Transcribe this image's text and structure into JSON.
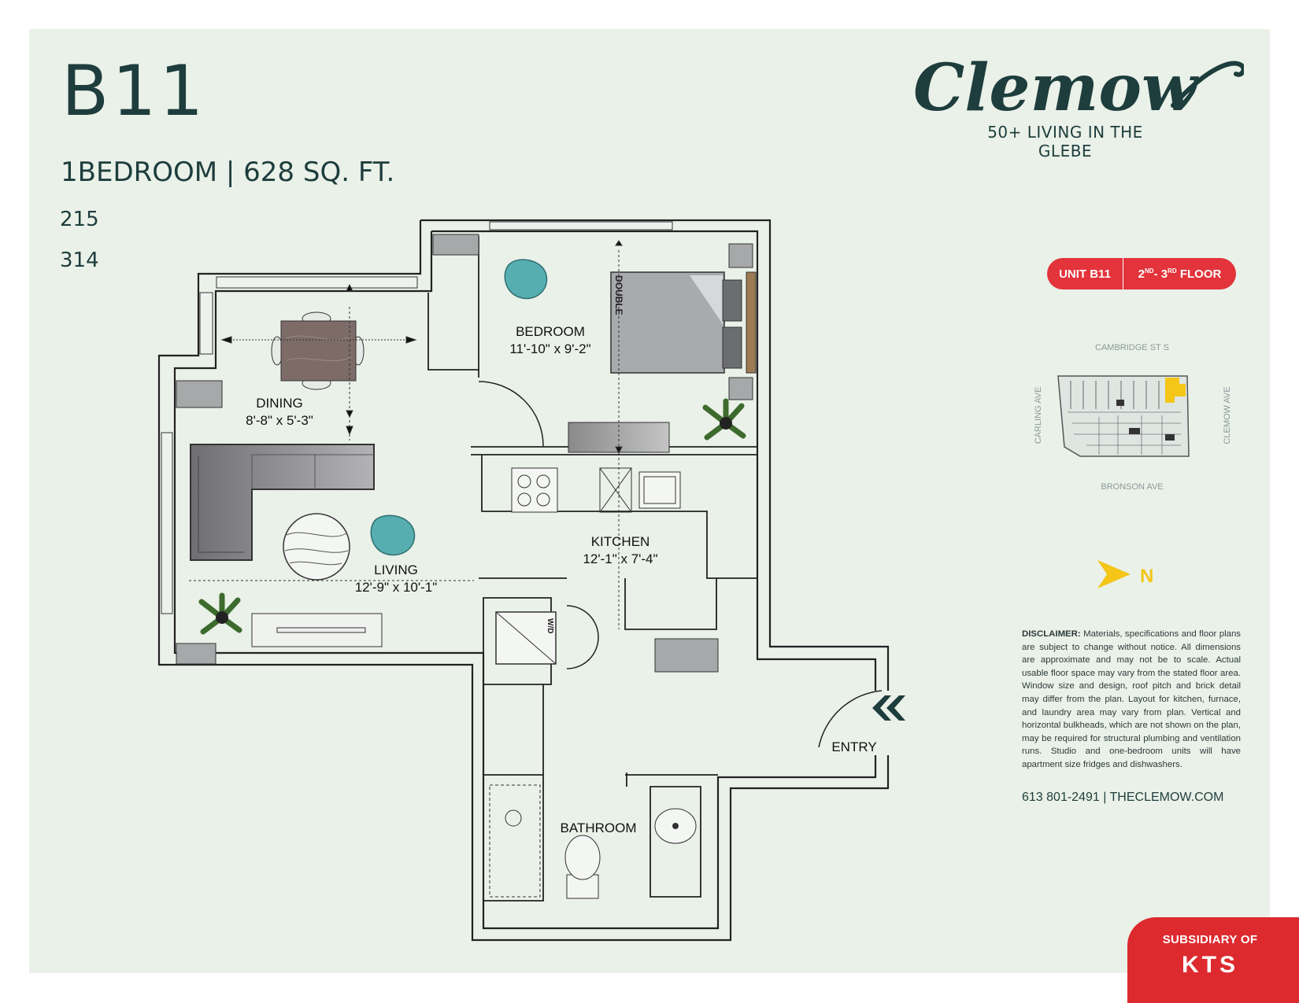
{
  "header": {
    "unit_code": "B11",
    "unit_summary": "1BEDROOM | 628 SQ. FT.",
    "suites": [
      "215",
      "314"
    ]
  },
  "brand": {
    "logo_text": "Clemow",
    "tagline": "50+ LIVING IN THE GLEBE",
    "color": "#1e3d3d"
  },
  "badge": {
    "unit_label": "UNIT B11",
    "floor_prefix_a": "2",
    "floor_sup_a": "ND",
    "floor_dash": "- ",
    "floor_prefix_b": "3",
    "floor_sup_b": "RD",
    "floor_suffix": " FLOOR",
    "color": "#e3333b"
  },
  "keyplan": {
    "street_north": "CAMBRIDGE ST S",
    "street_south": "BRONSON AVE",
    "street_west": "CARLING AVE",
    "street_east": "CLEMOW AVE",
    "highlight_color": "#f5c518",
    "compass_label": "N"
  },
  "rooms": {
    "bedroom": {
      "name": "BEDROOM",
      "size": "11'-10\" x 9'-2\""
    },
    "dining": {
      "name": "DINING",
      "size": "8'-8\" x 5'-3\""
    },
    "kitchen": {
      "name": "KITCHEN",
      "size": "12'-1\" x 7'-4\""
    },
    "living": {
      "name": "LIVING",
      "size": "12'-9\" x 10'-1\""
    },
    "bathroom": {
      "name": "BATHROOM"
    },
    "entry": {
      "name": "ENTRY"
    },
    "bed_label": "DOUBLE",
    "washer_label": "W/D"
  },
  "disclaimer": {
    "label": "DISCLAIMER:",
    "text": " Materials, specifications and floor plans are subject to change without notice. All dimensions are approximate and may not be to scale. Actual usable floor space may vary from the stated floor area. Window size and design, roof pitch and brick detail may differ from the plan. Layout for kitchen, furnace, and laundry area may vary from plan. Vertical and horizontal bulkheads, which are not shown on the plan, may be required for structural plumbing and ventilation runs. Studio and one-bedroom units will have apartment size fridges and dishwashers."
  },
  "contact": "613 801-2491 | THECLEMOW.COM",
  "parent": {
    "label": "SUBSIDIARY OF",
    "name": "KTS",
    "color": "#dd2a2f"
  }
}
